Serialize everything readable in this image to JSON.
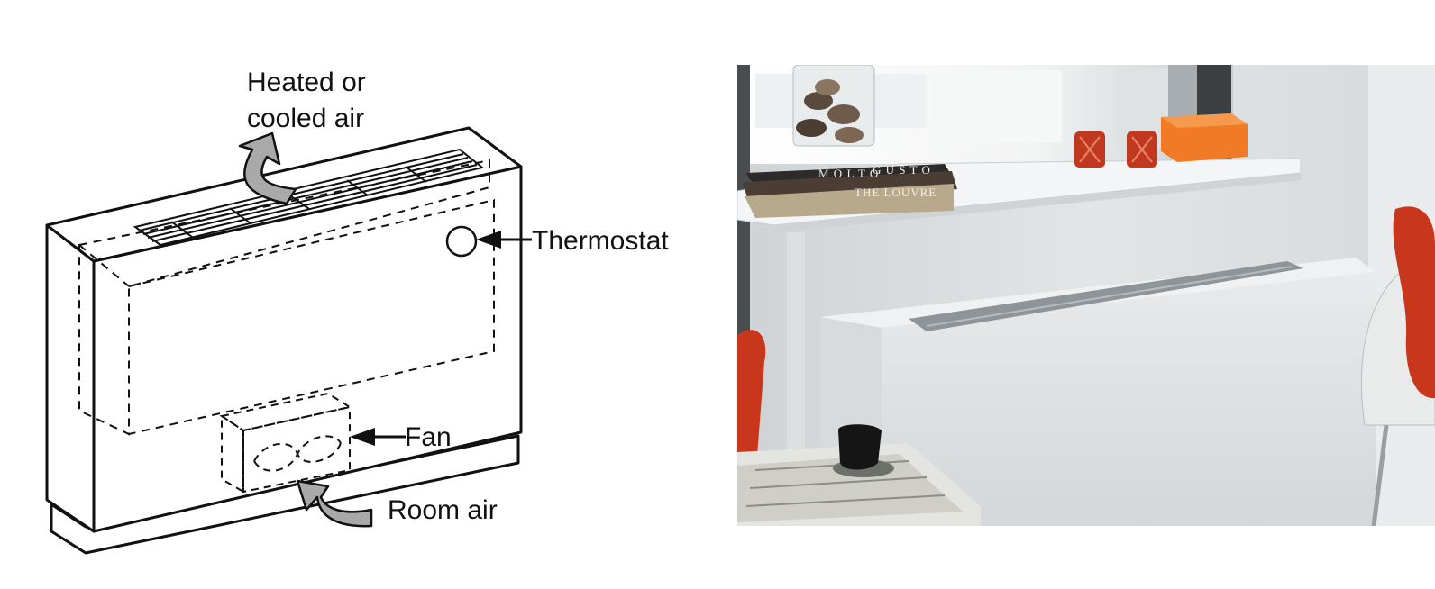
{
  "labels": {
    "air_out_line1": "Heated or",
    "air_out_line2": "cooled air",
    "thermostat": "Thermostat",
    "fan": "Fan",
    "room_air": "Room air"
  },
  "photo": {
    "book_spine_1": "M O L T O",
    "book_spine_2": "G U S T O",
    "book_spine_3": "THE LOUVRE"
  },
  "colors": {
    "line": "#111111",
    "arrow_fill": "#a9a9a9",
    "wall": "#dcdfe0",
    "unit_front": "#dfe1e2",
    "sill": "#eceeef",
    "candle": "#c0391e",
    "orange_box": "#f07a25"
  }
}
